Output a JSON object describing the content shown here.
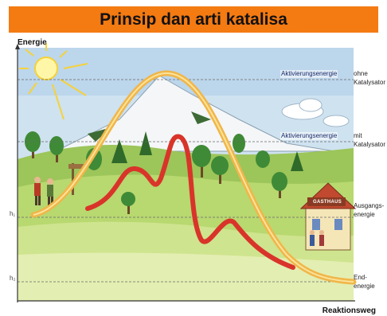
{
  "title": "Prinsip dan arti katalisa",
  "axes": {
    "y_label": "Energie",
    "x_label": "Reaktionsweg"
  },
  "levels": {
    "activation_line": "Aktivierungsenergie",
    "without_catalyst_a": "ohne",
    "without_catalyst_b": "Katalysator",
    "with_catalyst_a": "mit",
    "with_catalyst_b": "Katalysator",
    "start_a": "Ausgangs-",
    "start_b": "energie",
    "end_a": "End-",
    "end_b": "energie"
  },
  "markers": {
    "h1": "h₁",
    "h2": "h₂"
  },
  "sign_text": "GASTHAUS",
  "colors": {
    "title_bg": "#f47a12",
    "uncatalyzed_path": "#f0b64a",
    "catalyzed_path": "#d9342a",
    "sky": "#cfe2f0",
    "grass": "#b8d870"
  }
}
